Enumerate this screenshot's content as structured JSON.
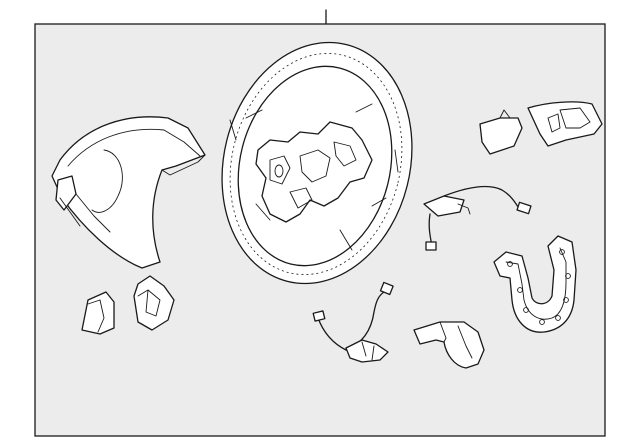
{
  "diagram": {
    "panel_background": "#ececec",
    "line_color": "#1a1a1a",
    "parts": [
      "leader-line",
      "airbag-module",
      "steering-wheel",
      "switch-cover-small",
      "switch-cover-large",
      "switch-button-left",
      "switch-button-right",
      "upper-wiring-harness",
      "lower-wiring-harness",
      "u-shaped-bracket",
      "lower-trim-cover"
    ]
  }
}
